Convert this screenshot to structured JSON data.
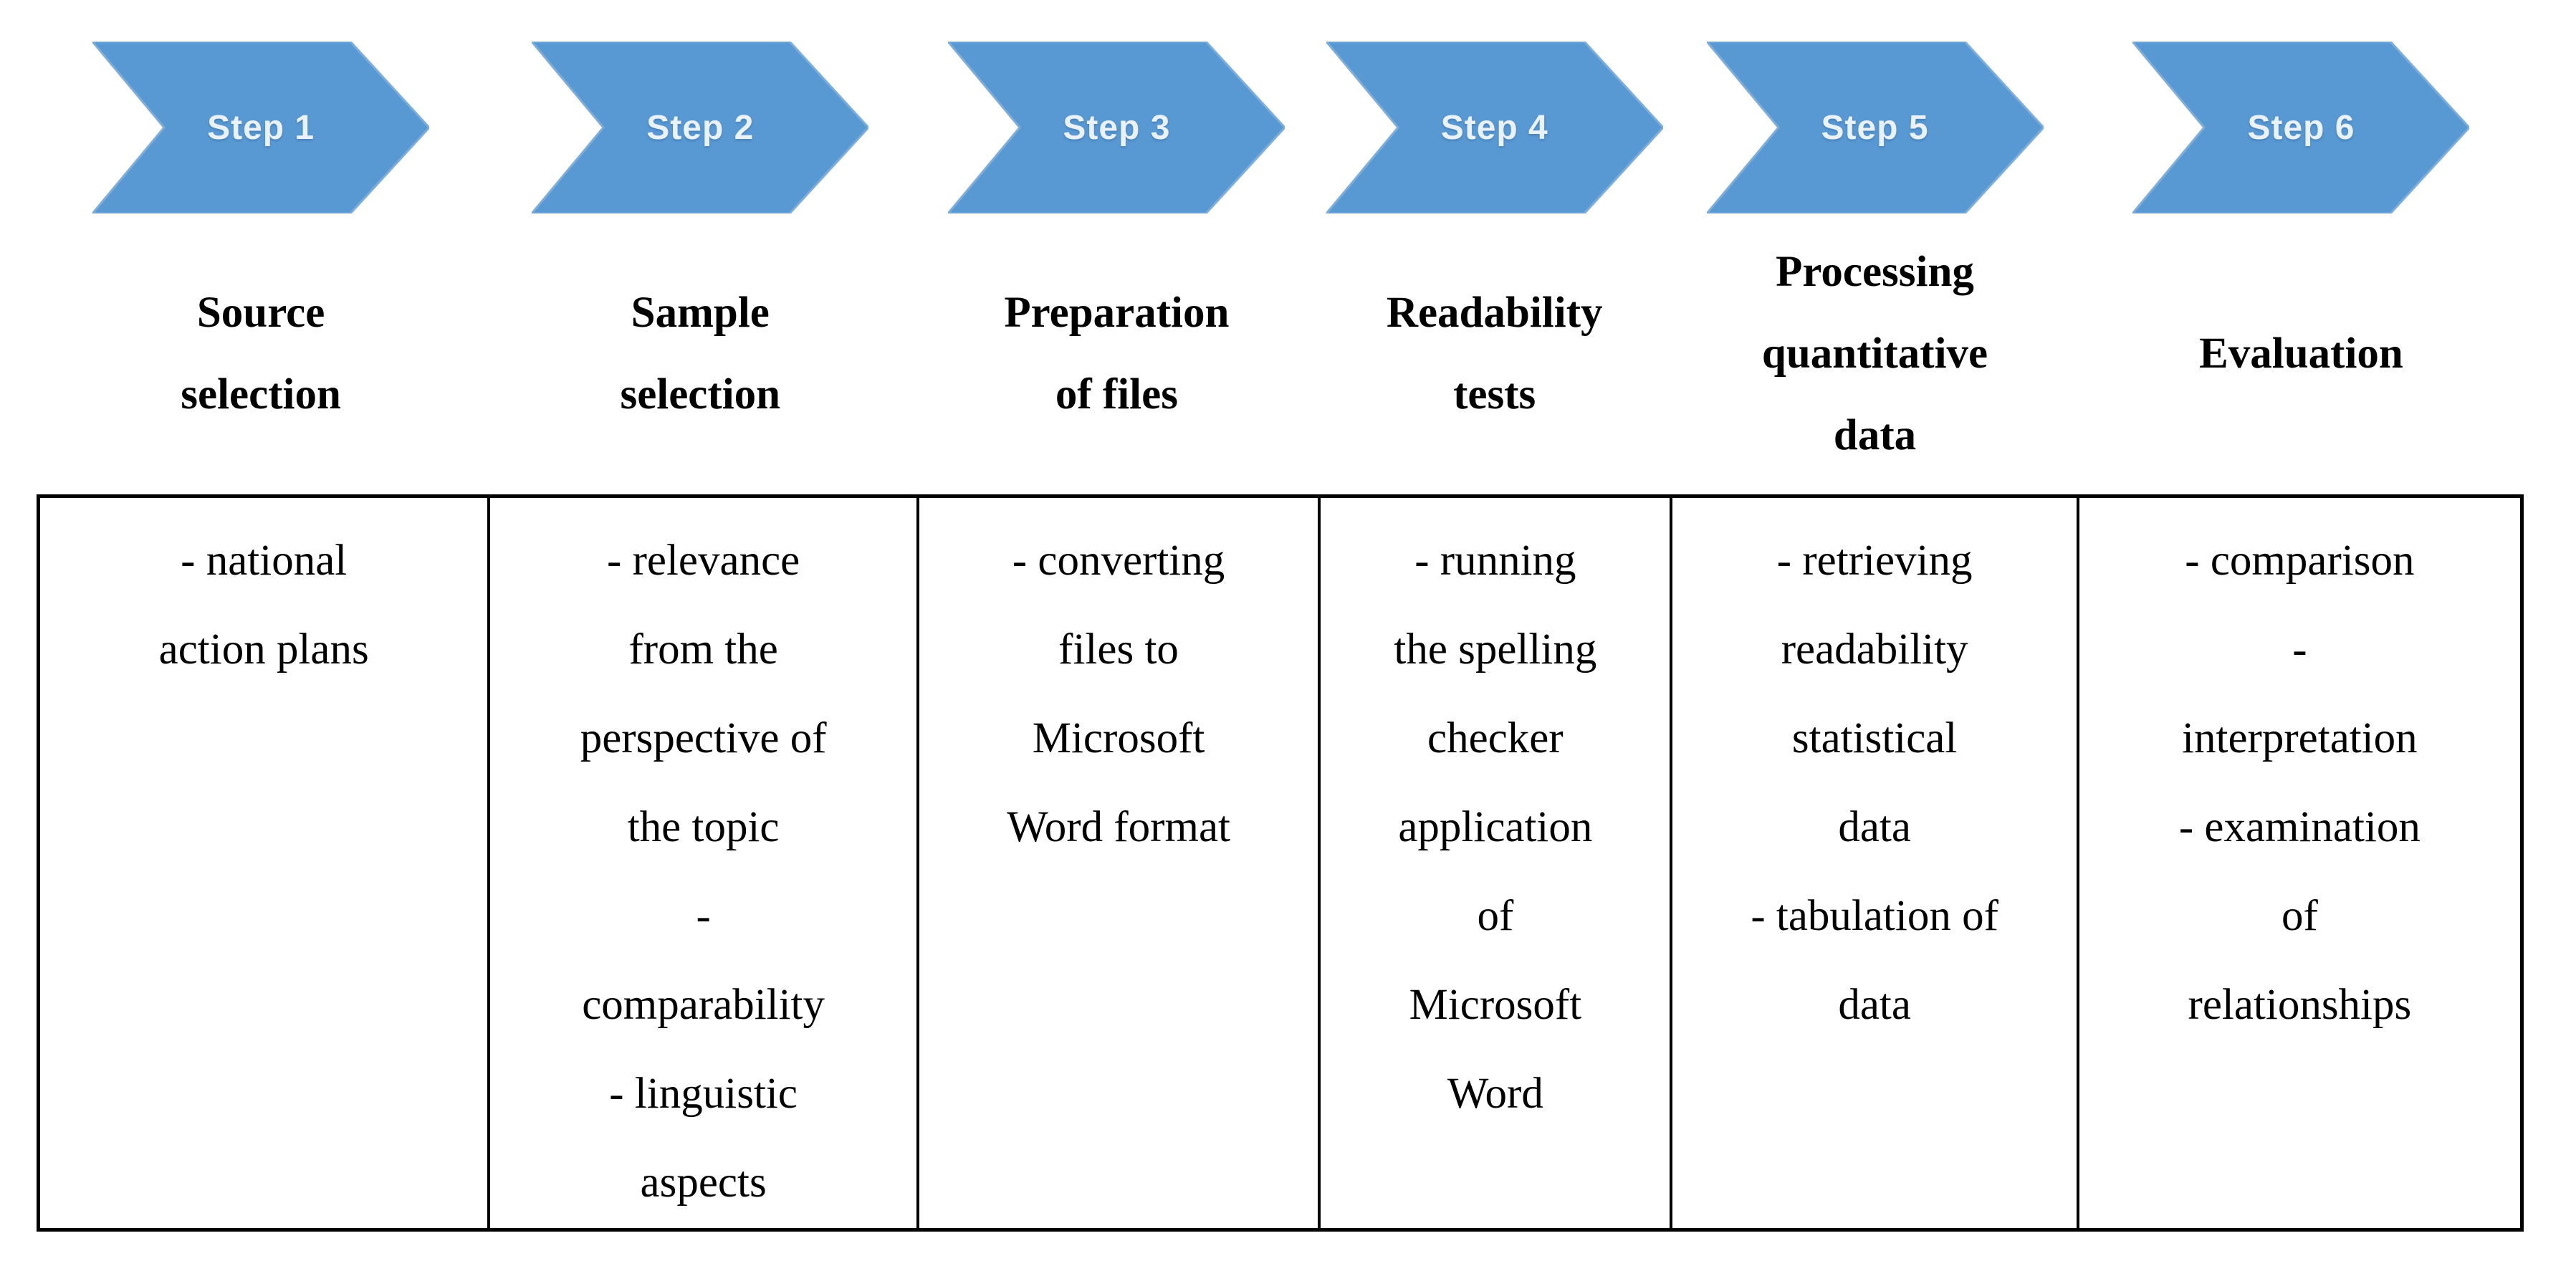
{
  "figure_type": "six-step process flow diagram",
  "colors": {
    "arrow_fill": "#5999d3",
    "arrow_edge": "#7fadd9",
    "step_label_text": "#e9f1fa",
    "table_border": "#000000",
    "body_text": "#000000",
    "background": "#ffffff"
  },
  "steps": [
    {
      "label": "Step 1",
      "title": "Source\nselection",
      "details": "- national\naction plans"
    },
    {
      "label": "Step 2",
      "title": "Sample\nselection",
      "details": "- relevance\nfrom the\nperspective of\nthe topic\n-\ncomparability\n- linguistic\naspects"
    },
    {
      "label": "Step 3",
      "title": "Preparation\nof files",
      "details": "- converting\nfiles to\nMicrosoft\nWord format"
    },
    {
      "label": "Step 4",
      "title": "Readability\ntests",
      "details": "- running\nthe spelling\nchecker\napplication\nof\nMicrosoft\nWord"
    },
    {
      "label": "Step 5",
      "title": "Processing\nquantitative\ndata",
      "details": "- retrieving\nreadability\nstatistical\ndata\n- tabulation of\ndata"
    },
    {
      "label": "Step 6",
      "title": "Evaluation",
      "details": "- comparison\n-\ninterpretation\n- examination\nof\nrelationships"
    }
  ]
}
